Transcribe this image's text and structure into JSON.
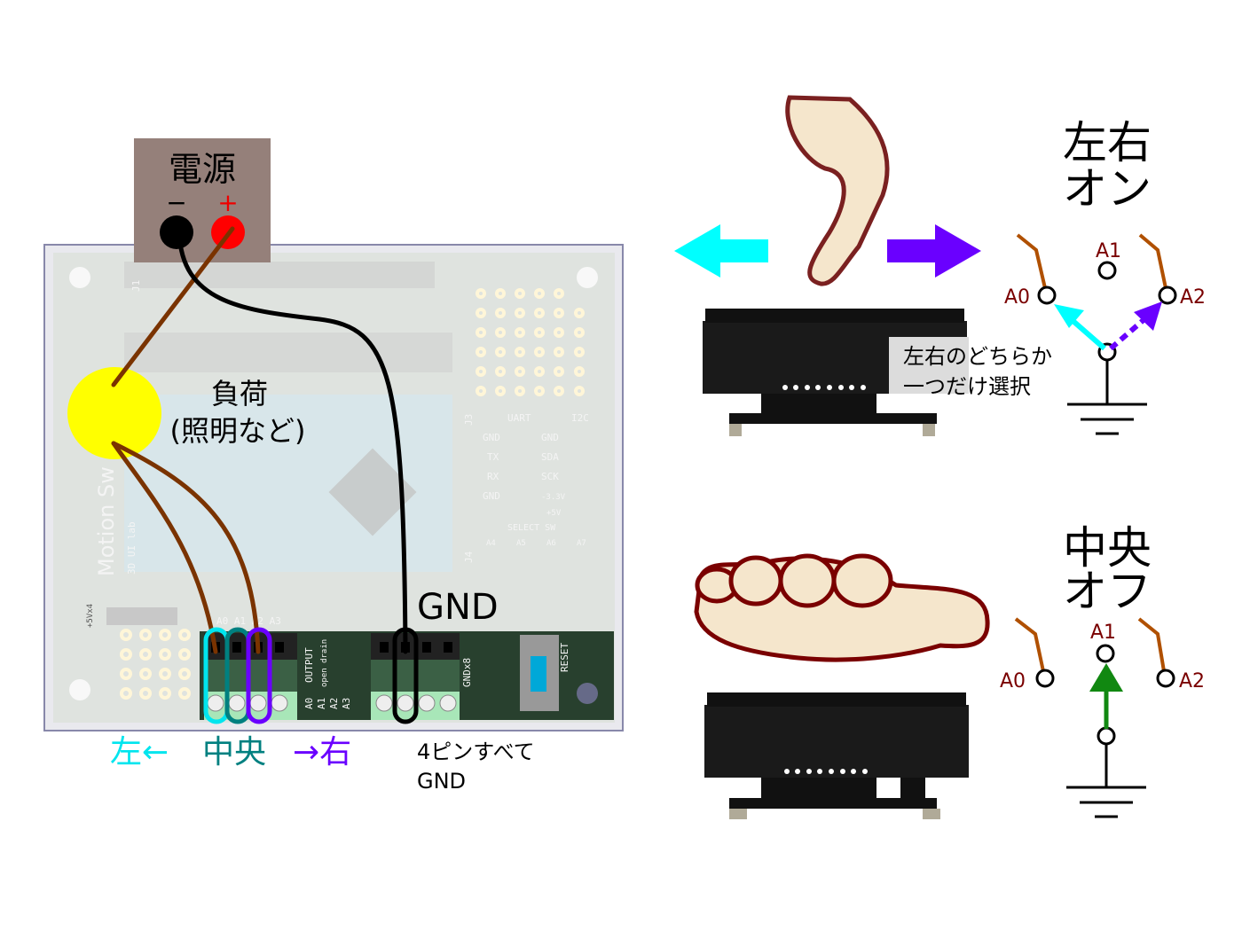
{
  "colors": {
    "left": "#00e5ee",
    "center": "#008080",
    "right": "#6a00ff",
    "wire_load": "#7a3300",
    "wire_gnd": "#000000",
    "power_box": "#95807a",
    "load": "#ffff00",
    "pin_label": "#7a0000",
    "center_arrow": "#118811"
  },
  "power": {
    "title": "電源",
    "minus": "−",
    "plus": "+"
  },
  "load": {
    "line1": "負荷",
    "line2": "(照明など)"
  },
  "board": {
    "j1": "J1",
    "j3": "J3",
    "j4": "J4",
    "uart": "UART",
    "i2c": "I2C",
    "uart_pins": [
      "GND",
      "TX",
      "RX",
      "GND"
    ],
    "i2c_pins": [
      "GND",
      "SDA",
      "SCK",
      "-3.3V",
      "+5V"
    ],
    "select_sw": "SELECT SW",
    "select_pins": [
      "A4",
      "A5",
      "A6",
      "A7"
    ],
    "brand": "Motion Sw",
    "lab": "3D UI lab",
    "v5x4": "+5Vx4",
    "output_top": "A0 A1 A2 A3",
    "output": "OUTPUT",
    "open_drain": "open drain",
    "output_pins": [
      "A0",
      "A1",
      "A2",
      "A3"
    ],
    "gndx8": "GNDx8",
    "reset": "RESET"
  },
  "labels": {
    "gnd": "GND",
    "left": "左←",
    "center": "中央",
    "right": "→右",
    "all_gnd_1": "4ピンすべて",
    "all_gnd_2": "GND"
  },
  "on_state": {
    "title1": "左右",
    "title2": "オン",
    "note1": "左右のどちらか",
    "note2": "一つだけ選択",
    "a0": "A0",
    "a1": "A1",
    "a2": "A2"
  },
  "off_state": {
    "title1": "中央",
    "title2": "オフ",
    "a0": "A0",
    "a1": "A1",
    "a2": "A2"
  }
}
